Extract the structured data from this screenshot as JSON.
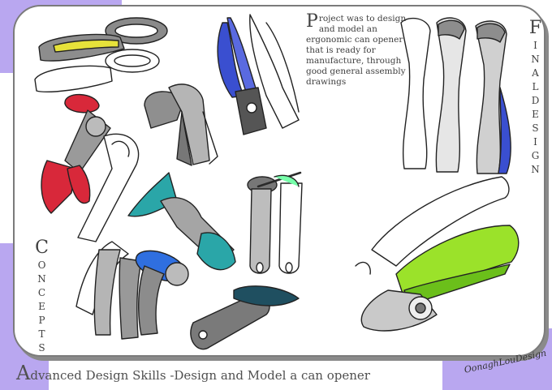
{
  "project_text": {
    "initial": "P",
    "rest": "roject was to design and model an ergonomic can opener that is ready for manufacture, through good general assembly drawings"
  },
  "final_design": {
    "first": "F",
    "rest": [
      "I",
      "N",
      "A",
      "L",
      "D",
      "E",
      "S",
      "I",
      "G",
      "N"
    ]
  },
  "concepts": {
    "first": "C",
    "rest": [
      "O",
      "N",
      "C",
      "E",
      "P",
      "T",
      "S"
    ]
  },
  "footer": {
    "initial": "A",
    "rest": "dvanced Design Skills -Design and Model a can opener"
  },
  "signature": "OonaghLouDesign",
  "colors": {
    "accent_purple": "#b9a7f0",
    "yellow": "#e6e23a",
    "red": "#d8283a",
    "teal": "#2aa6a8",
    "blue": "#3a4fd0",
    "lime": "#9be22a"
  }
}
